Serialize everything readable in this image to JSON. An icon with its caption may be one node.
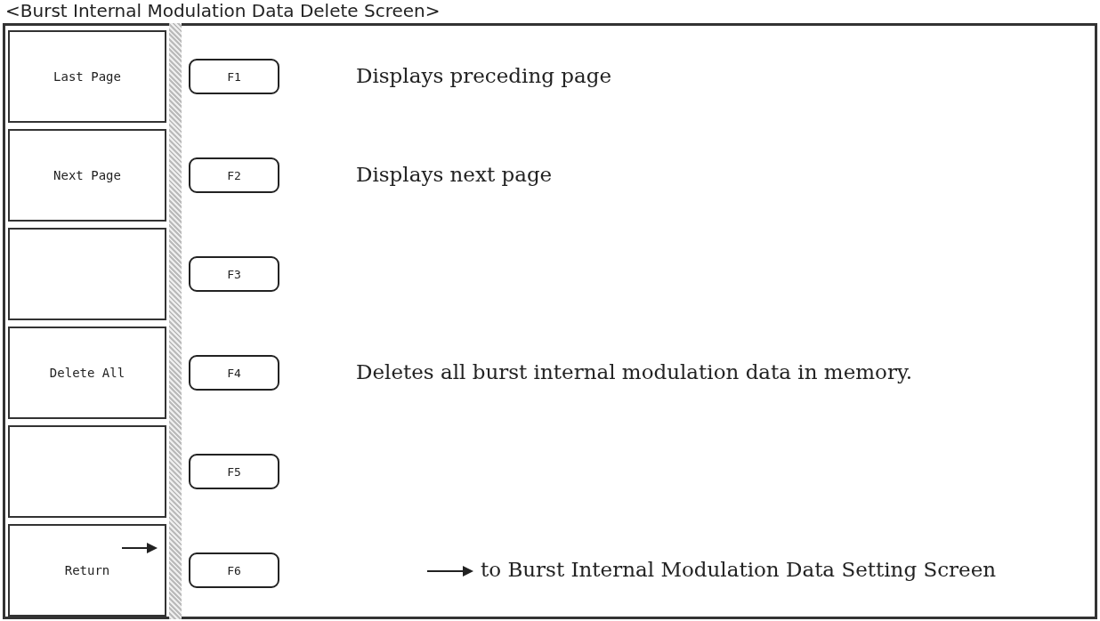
{
  "diagram": {
    "title": "<Burst Internal Modulation Data Delete Screen>",
    "nodes": [
      {
        "text": [
          "Last Page"
        ]
      },
      {
        "text": [
          "F1"
        ]
      },
      {
        "text": [
          "Next Page"
        ]
      },
      {
        "text": [
          "F2"
        ]
      },
      {
        "text": [],
        "shape": "box"
      },
      {
        "text": [
          "F3"
        ]
      },
      {
        "text": [
          "Delete All"
        ]
      },
      {
        "text": [
          "F4"
        ]
      },
      {
        "text": [],
        "shape": "box"
      },
      {
        "text": [
          "F5"
        ]
      },
      {
        "text": [
          "Return"
        ]
      },
      {
        "text": [
          "F6"
        ]
      }
    ],
    "labels": [
      "Displays preceding page",
      "Displays next page",
      "Deletes all burst internal modulation data in memory.",
      "to Burst Internal Modulation Data Setting Screen"
    ]
  }
}
